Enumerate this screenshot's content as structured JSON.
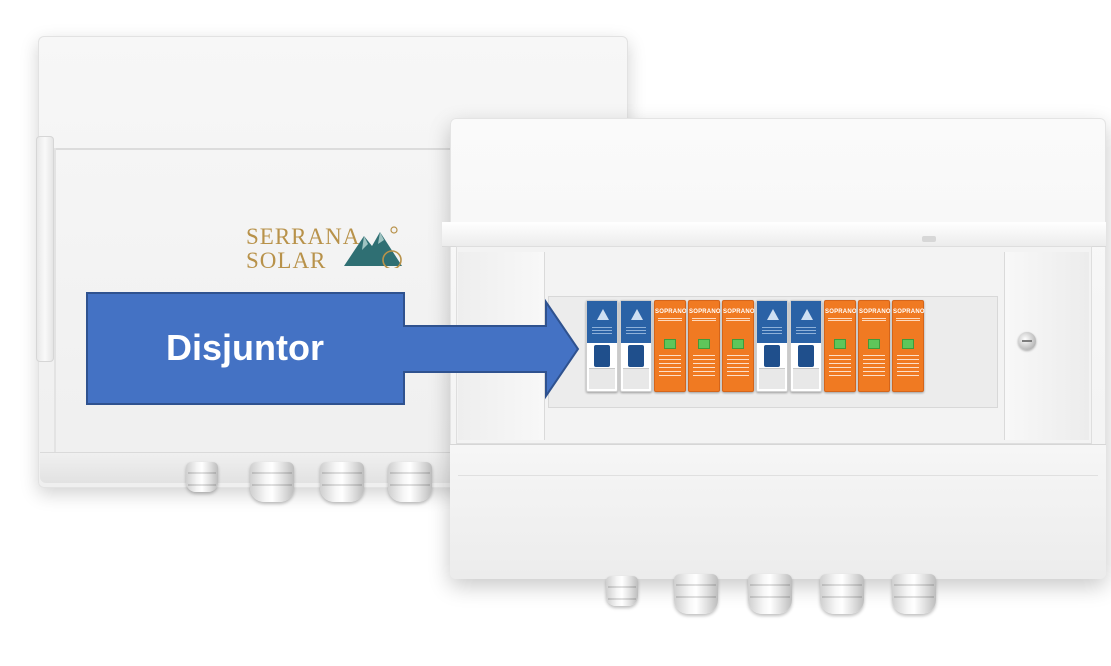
{
  "logo": {
    "line1": "SERRANA",
    "line2": "SOLAR",
    "color": "#b8924a"
  },
  "callout": {
    "label": "Disjuntor",
    "fill": "#4472c4",
    "stroke": "#2f528f"
  },
  "devices": [
    {
      "kind": "breaker"
    },
    {
      "kind": "breaker"
    },
    {
      "kind": "spd",
      "brand": "SOPRANO"
    },
    {
      "kind": "spd",
      "brand": "SOPRANO"
    },
    {
      "kind": "spd",
      "brand": "SOPRANO"
    },
    {
      "kind": "breaker"
    },
    {
      "kind": "breaker"
    },
    {
      "kind": "spd",
      "brand": "SOPRANO"
    },
    {
      "kind": "spd",
      "brand": "SOPRANO"
    },
    {
      "kind": "spd",
      "brand": "SOPRANO"
    }
  ],
  "colors": {
    "breaker_blue": "#2a62a6",
    "spd_orange": "#f07a22",
    "indicator_green": "#5fc65a",
    "enclosure": "#f3f3f3"
  }
}
